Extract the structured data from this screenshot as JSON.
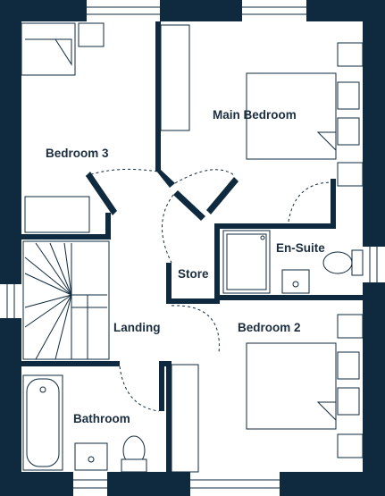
{
  "rooms": {
    "bedroom3": "Bedroom 3",
    "main_bedroom": "Main Bedroom",
    "en_suite": "En-Suite",
    "store": "Store",
    "landing": "Landing",
    "bedroom2": "Bedroom 2",
    "bathroom": "Bathroom"
  },
  "colors": {
    "wall": "#0f2a3e",
    "text": "#1b2d3e",
    "background": "#ffffff"
  }
}
